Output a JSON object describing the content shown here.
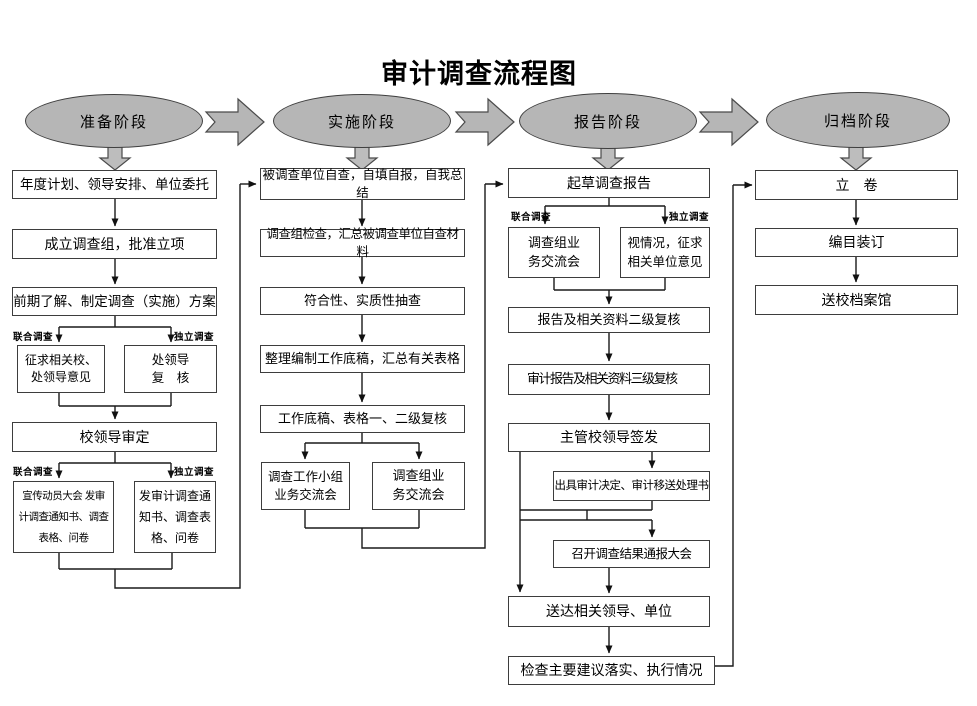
{
  "title": "审计调查流程图",
  "branch_labels": {
    "joint": "联合调查",
    "independent": "独立调查"
  },
  "phases": {
    "prepare": "准备阶段",
    "implement": "实施阶段",
    "report": "报告阶段",
    "archive": "归档阶段"
  },
  "prepare": {
    "annual_plan": "年度计划、领导安排、单位委托",
    "establish_team": "成立调查组，批准立项",
    "scheme": "前期了解、制定调查（实施）方案",
    "joint_opinion": [
      "征求相关校、",
      "处领导意见"
    ],
    "indep_review": [
      "处领导",
      "复　核"
    ],
    "leader_approval": "校领导审定",
    "joint_notice": [
      "宣传动员大会 发审",
      "计调查通知书、调查",
      "表格、问卷"
    ],
    "indep_notice": [
      "发审计调查通",
      "知书、调查表",
      "格、问卷"
    ]
  },
  "implement": {
    "self_check": "被调查单位自查，自填自报，自我总结",
    "team_check": "调查组检查，汇总被调查单位自查材料",
    "sampling": "符合性、实质性抽查",
    "working_papers": "整理编制工作底稿，汇总有关表格",
    "two_level_review": "工作底稿、表格一、二级复核",
    "workgroup_meeting": [
      "调查工作小组",
      "业务交流会"
    ],
    "team_meeting": [
      "调查组业",
      "务交流会"
    ]
  },
  "report": {
    "draft": "起草调查报告",
    "team_meeting": [
      "调查组业",
      "务交流会"
    ],
    "seek_opinion": [
      "视情况，征求",
      "相关单位意见"
    ],
    "second_review": "报告及相关资料二级复核",
    "third_review": "审计报告及相关资料三级复核",
    "sign_off": "主管校领导签发",
    "issue_decision": "出具审计决定、审计移送处理书",
    "briefing": "召开调查结果通报大会",
    "deliver": "送达相关领导、单位",
    "follow_up": "检查主要建议落实、执行情况"
  },
  "archive": {
    "filing": "立　卷",
    "binding": "编目装订",
    "to_archives": "送校档案馆"
  }
}
